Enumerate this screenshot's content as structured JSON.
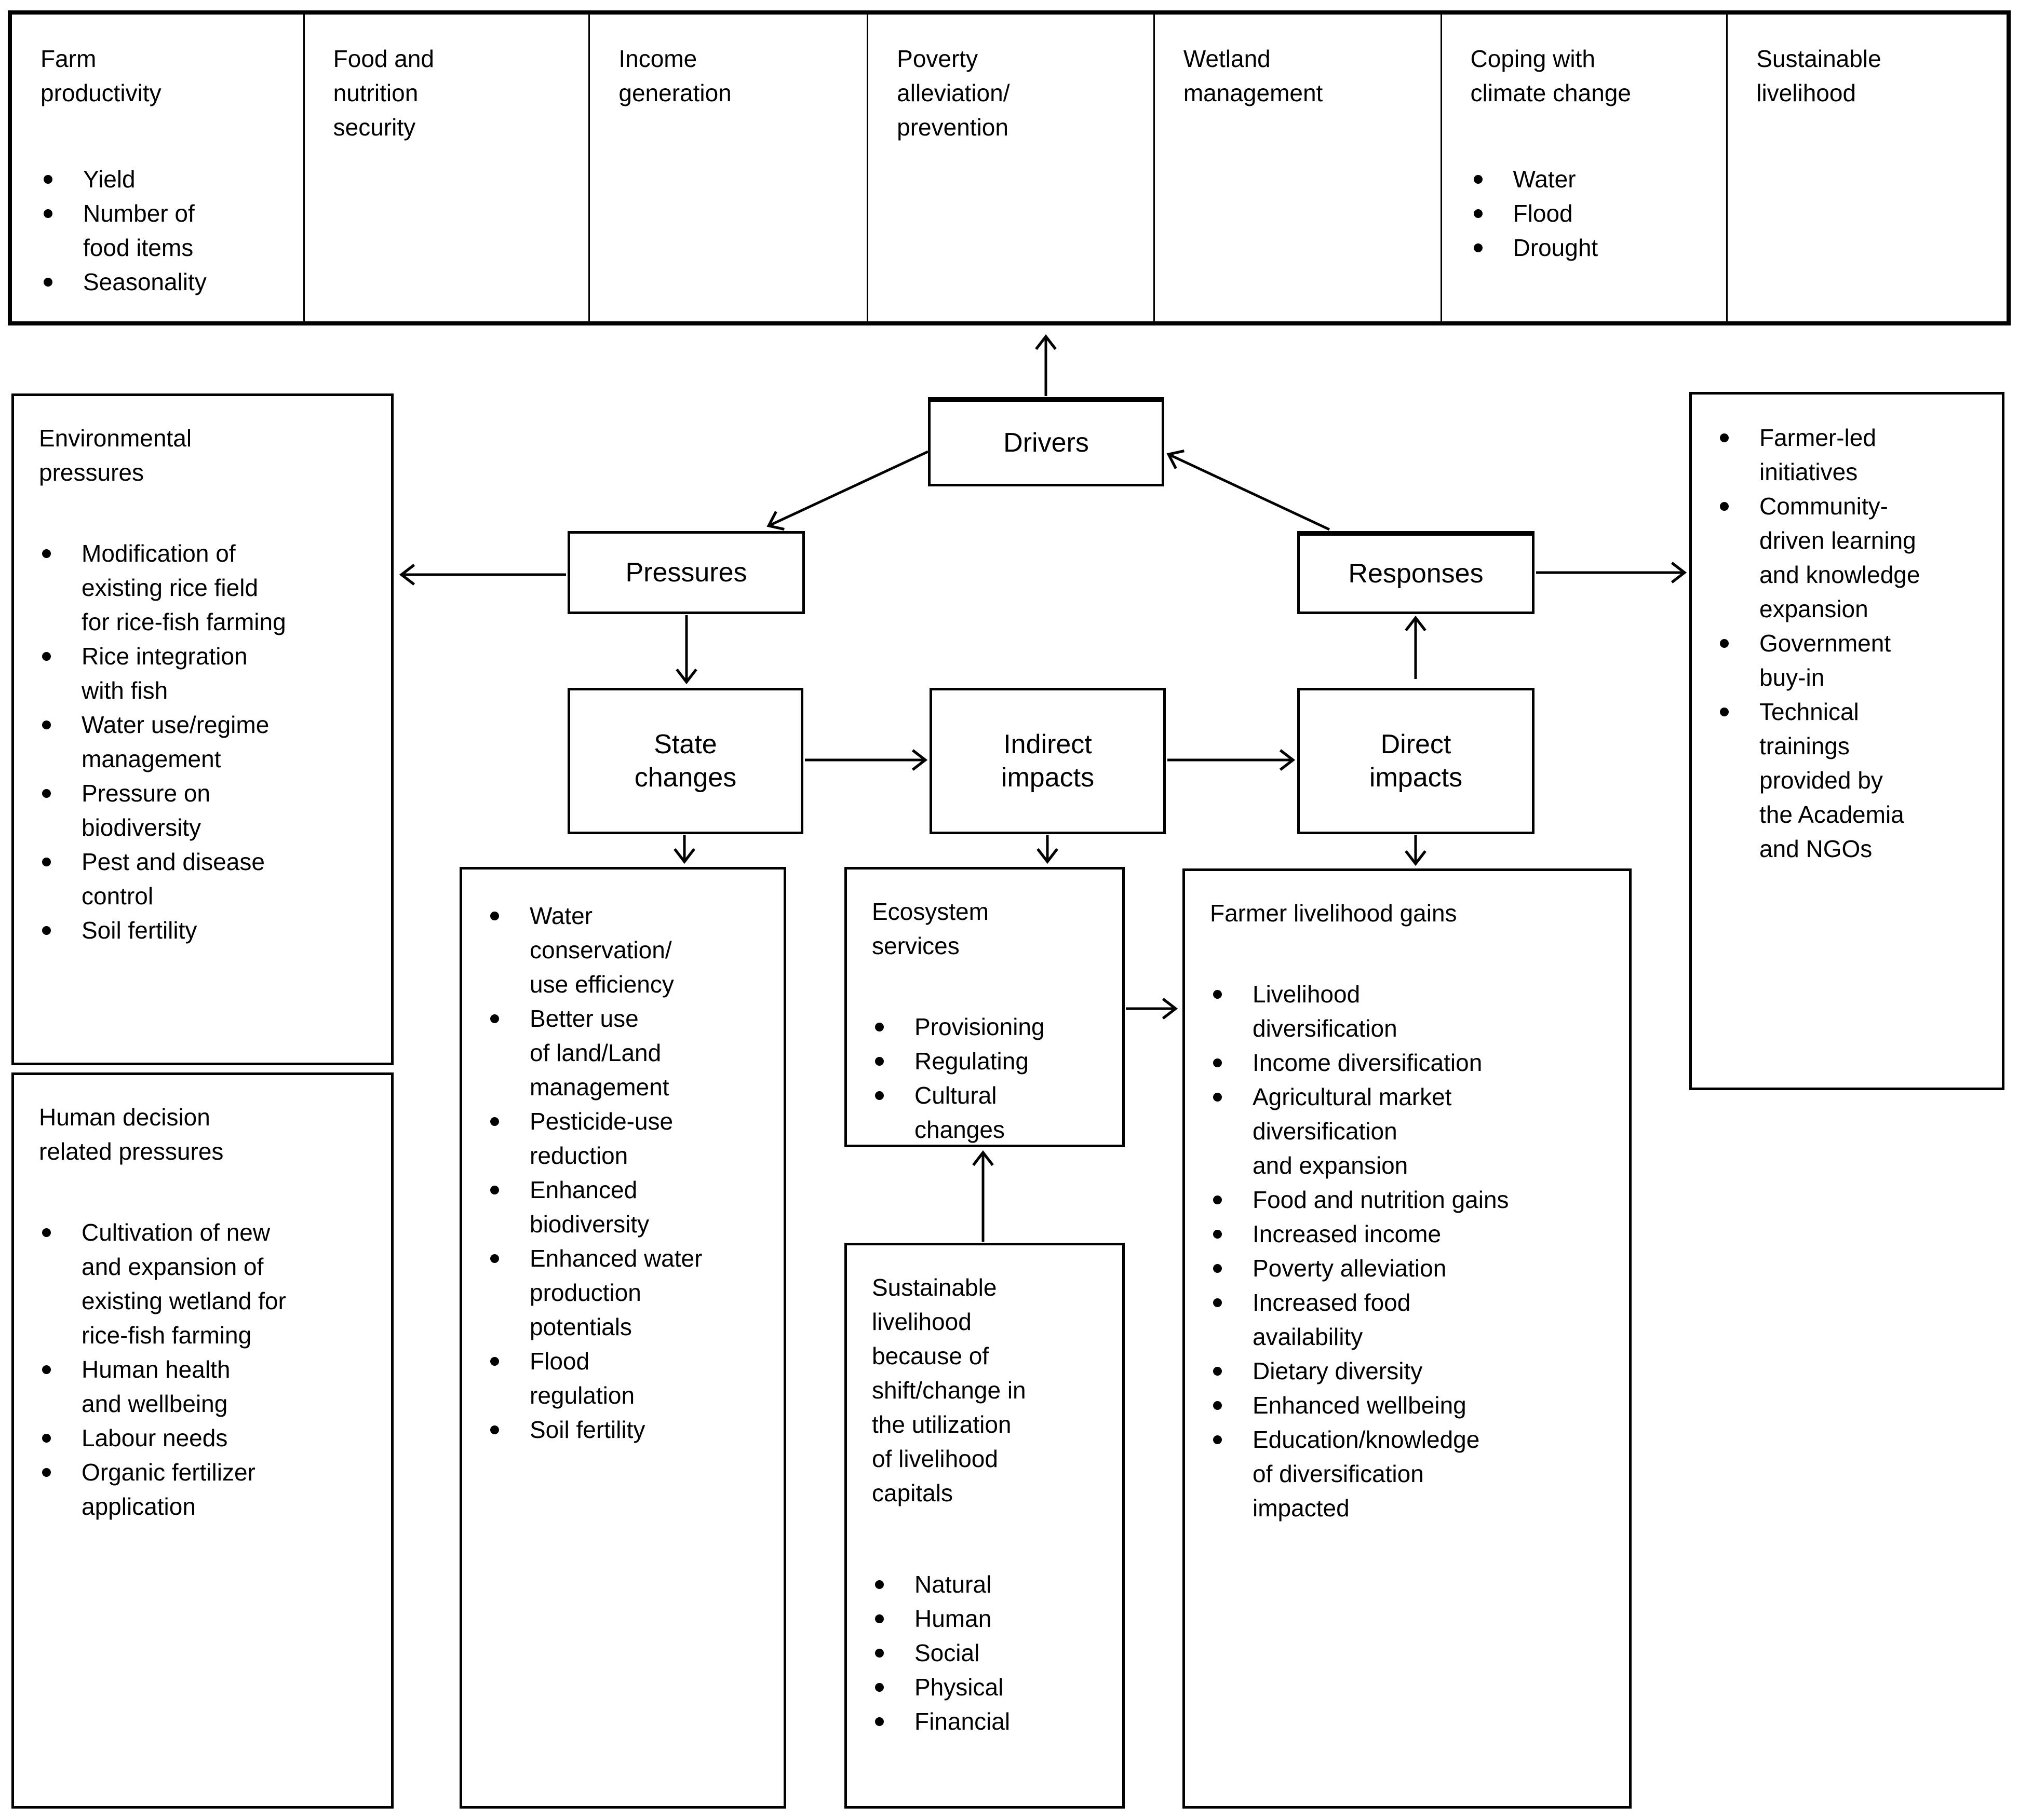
{
  "diagram": {
    "outcomes_row": [
      {
        "title": "Farm\nproductivity",
        "items": [
          "Yield",
          "Number of\nfood items",
          "Seasonality"
        ]
      },
      {
        "title": "Food and\nnutrition\nsecurity",
        "items": []
      },
      {
        "title": "Income\ngeneration",
        "items": []
      },
      {
        "title": "Poverty\nalleviation/\nprevention",
        "items": []
      },
      {
        "title": "Wetland\nmanagement",
        "items": []
      },
      {
        "title": "Coping with\nclimate change",
        "items": [
          "Water",
          "Flood",
          "Drought"
        ]
      },
      {
        "title": "Sustainable\nlivelihood",
        "items": []
      }
    ],
    "nodes": {
      "drivers": "Drivers",
      "pressures": "Pressures",
      "responses": "Responses",
      "state_changes": "State\nchanges",
      "indirect_impacts": "Indirect\nimpacts",
      "direct_impacts": "Direct\nimpacts"
    },
    "panels": {
      "environmental_pressures": {
        "title": "Environmental\npressures",
        "items": [
          "Modification of\nexisting rice field\nfor rice-fish farming",
          "Rice integration\nwith fish",
          "Water use/regime\nmanagement",
          "Pressure on\nbiodiversity",
          "Pest and disease\ncontrol",
          "Soil fertility"
        ]
      },
      "human_pressures": {
        "title": "Human decision\nrelated pressures",
        "items": [
          "Cultivation of new\nand expansion of\nexisting wetland for\nrice-fish farming",
          "Human health\nand wellbeing",
          "Labour needs",
          "Organic fertilizer\napplication"
        ]
      },
      "state_changes_detail": {
        "items": [
          "Water\nconservation/\nuse efficiency",
          "Better use\nof land/Land\nmanagement",
          "Pesticide-use\nreduction",
          "Enhanced\nbiodiversity",
          "Enhanced water\nproduction\npotentials",
          "Flood\nregulation",
          "Soil fertility"
        ]
      },
      "ecosystem_services": {
        "title": "Ecosystem\nservices",
        "items": [
          "Provisioning",
          "Regulating",
          "Cultural\nchanges"
        ]
      },
      "livelihood_capitals": {
        "intro": "Sustainable\nlivelihood\nbecause of\nshift/change in\nthe utilization\nof livelihood\ncapitals",
        "items": [
          "Natural",
          "Human",
          "Social",
          "Physical",
          "Financial"
        ]
      },
      "farmer_gains": {
        "title": "Farmer livelihood gains",
        "items": [
          "Livelihood\ndiversification",
          "Income diversification",
          "Agricultural market\ndiversification\nand expansion",
          "Food and nutrition gains",
          "Increased income",
          "Poverty alleviation",
          "Increased food\navailability",
          "Dietary diversity",
          "Enhanced wellbeing",
          "Education/knowledge\nof diversification\nimpacted"
        ]
      },
      "responses_detail": {
        "items": [
          "Farmer-led\ninitiatives",
          "Community-\ndriven learning\nand knowledge\nexpansion",
          "Government\nbuy-in",
          "Technical\ntrainings\nprovided by\nthe Academia\nand NGOs"
        ]
      }
    }
  }
}
